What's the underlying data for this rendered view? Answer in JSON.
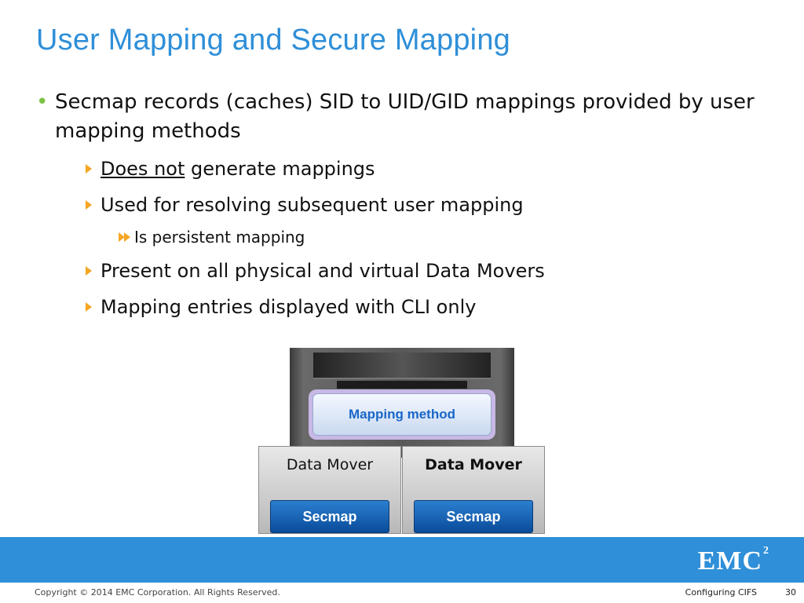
{
  "slide": {
    "title": "User Mapping and Secure Mapping",
    "bullets": {
      "main": "Secmap records (caches) SID to UID/GID mappings provided by user mapping methods",
      "sub1_underlined": "Does not",
      "sub1_rest": " generate mappings",
      "sub2": "Used for resolving subsequent user mapping",
      "sub2_child": "Is persistent mapping",
      "sub3": "Present on all physical and virtual Data Movers",
      "sub4": "Mapping entries displayed with CLI only"
    },
    "diagram": {
      "mapping_method": "Mapping method",
      "data_mover_left": "Data Mover",
      "data_mover_right": "Data Mover",
      "secmap_left": "Secmap",
      "secmap_right": "Secmap"
    }
  },
  "footer": {
    "copyright": "Copyright © 2014 EMC Corporation. All Rights Reserved.",
    "section": "Configuring CIFS",
    "page_number": "30",
    "logo_text": "EMC",
    "logo_super": "2"
  },
  "colors": {
    "title": "#2f8fd8",
    "band": "#2f8fd8",
    "bullet_dot": "#7dc242",
    "arrow": "#f5a623",
    "secmap": "#0a4b9a",
    "mapping_text": "#1967c8"
  }
}
